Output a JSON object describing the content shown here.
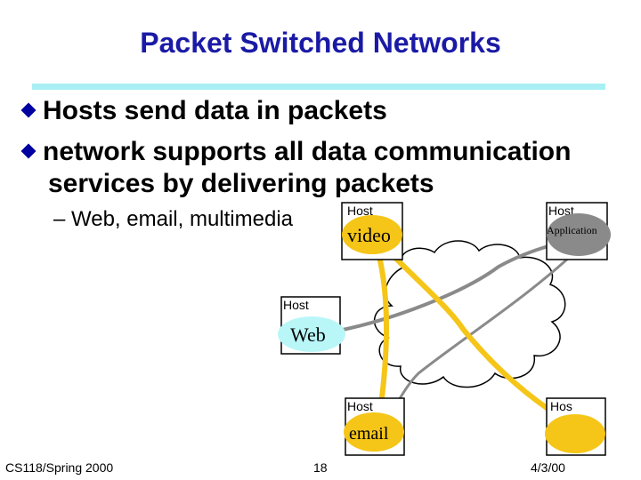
{
  "title": "Packet Switched Networks",
  "bullets": [
    "Hosts send data in packets",
    "network supports all data communication",
    "services by delivering packets"
  ],
  "sub_bullet": "– Web, email, multimedia",
  "diagram": {
    "host_video": {
      "label": "Host",
      "content": "video"
    },
    "host_application": {
      "label": "Host",
      "content": "Application"
    },
    "host_web": {
      "label": "Host",
      "content": "Web"
    },
    "host_email": {
      "label": "Host",
      "content": "email"
    },
    "host_right_bottom": {
      "label": "Hos"
    },
    "colors": {
      "video_path": "#f5c518",
      "gray_path": "#8a8a8a",
      "title": "#1a1aa6",
      "rule": "#a8f0f4"
    }
  },
  "footer": {
    "course": "CS118/Spring 2000",
    "page": "18",
    "date": "4/3/00"
  }
}
